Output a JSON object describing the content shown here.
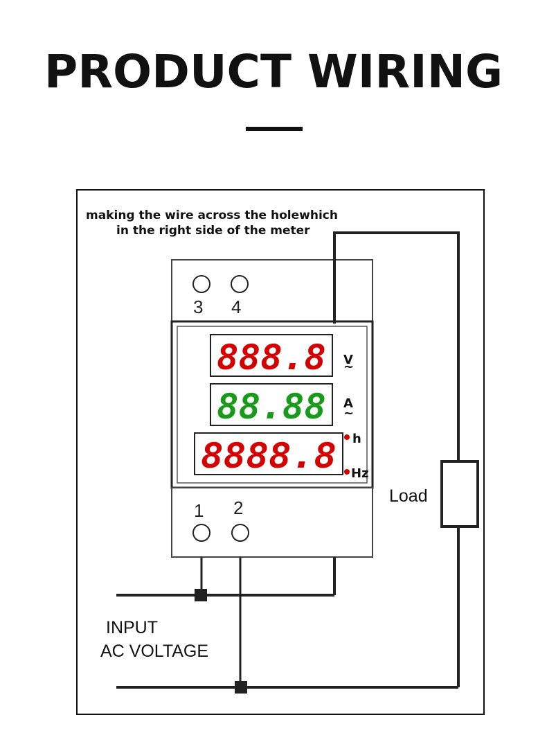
{
  "title": "PRODUCT WIRING",
  "note": {
    "line1": "making the wire across the holewhich",
    "line2": "in the right side of the meter"
  },
  "terminals": {
    "top": [
      "3",
      "4"
    ],
    "bottom": [
      "1",
      "2"
    ]
  },
  "display": {
    "row1": {
      "digits": "888.8",
      "unit": "V",
      "color": "#d40000"
    },
    "row2": {
      "digits": "88.88",
      "unit": "A",
      "color": "#1a9a1a"
    },
    "row3": {
      "digits": "8888.8",
      "color": "#d40000",
      "unit_top": "h",
      "unit_bottom": "Hz"
    }
  },
  "load_label": "Load",
  "input": {
    "line1": "INPUT",
    "line2": "AC VOLTAGE"
  },
  "colors": {
    "red_led": "#d40000",
    "green_led": "#1a9a1a",
    "line": "#222222",
    "indicator_dot": "#d40000"
  }
}
